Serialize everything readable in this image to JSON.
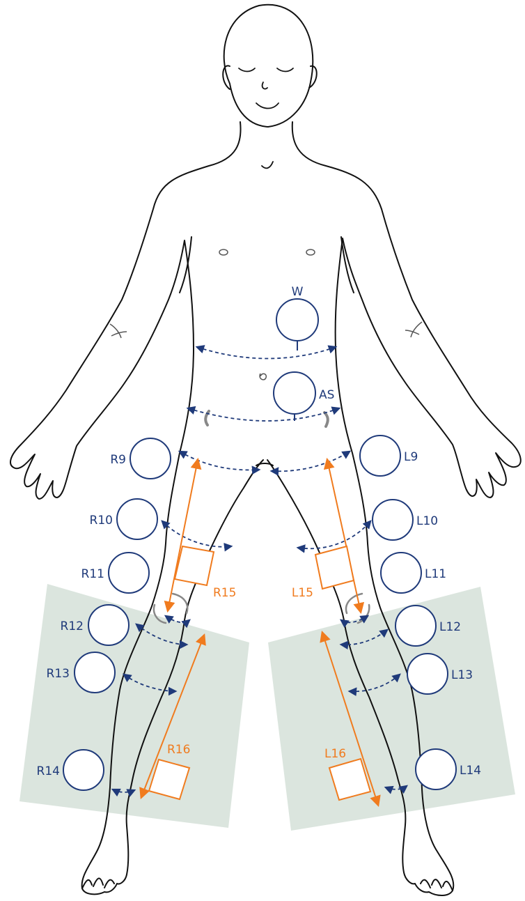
{
  "colors": {
    "blue": "#1f3a7a",
    "orange": "#f07b1e",
    "panel": "#dbe5de",
    "outline": "#111111",
    "crease": "#888888"
  },
  "labels": {
    "W": "W",
    "AS": "AS",
    "R9": "R9",
    "R10": "R10",
    "R11": "R11",
    "R12": "R12",
    "R13": "R13",
    "R14": "R14",
    "L9": "L9",
    "L10": "L10",
    "L11": "L11",
    "L12": "L12",
    "L13": "L13",
    "L14": "L14",
    "R15": "R15",
    "R16": "R16",
    "L15": "L15",
    "L16": "L16"
  }
}
